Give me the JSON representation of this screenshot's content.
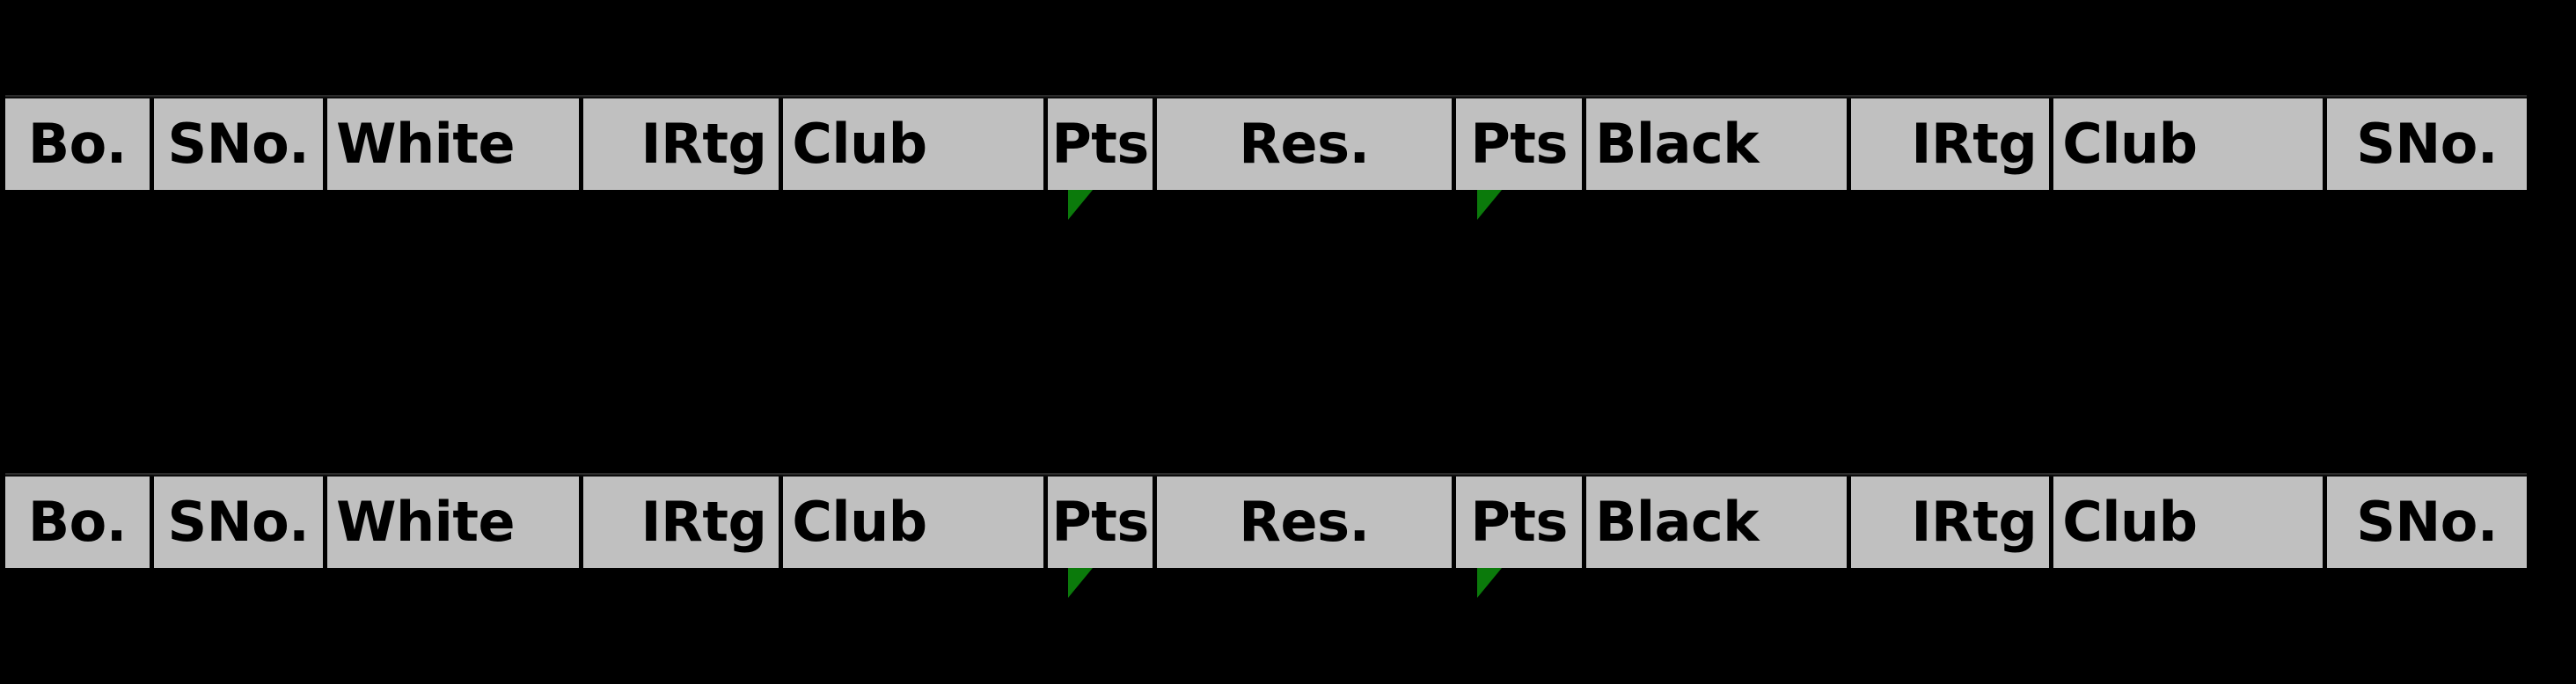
{
  "page": {
    "background_color": "#000000",
    "header_cell_bg": "#c0c0c0",
    "header_text_color": "#000000",
    "sort_arrow_color": "#0b7a0b"
  },
  "pairing_table": {
    "columns": [
      {
        "key": "bo",
        "label": "Bo.",
        "align": "center"
      },
      {
        "key": "sno_l",
        "label": "SNo.",
        "align": "center"
      },
      {
        "key": "white",
        "label": "White",
        "align": "left"
      },
      {
        "key": "irtg_l",
        "label": "IRtg",
        "align": "right"
      },
      {
        "key": "club_l",
        "label": "Club",
        "align": "left"
      },
      {
        "key": "pts_w",
        "label": "Pts",
        "align": "center"
      },
      {
        "key": "res",
        "label": "Res.",
        "align": "center"
      },
      {
        "key": "pts_b",
        "label": "Pts",
        "align": "center"
      },
      {
        "key": "black",
        "label": "Black",
        "align": "left"
      },
      {
        "key": "irtg_r",
        "label": "IRtg",
        "align": "right"
      },
      {
        "key": "club_r",
        "label": "Club",
        "align": "left"
      },
      {
        "key": "sno_r",
        "label": "SNo.",
        "align": "center"
      }
    ],
    "sort_indicators": [
      {
        "column": "pts_w",
        "icon": "sort-triangle-icon"
      },
      {
        "column": "pts_b",
        "icon": "sort-triangle-icon"
      }
    ],
    "rows": []
  },
  "blocks": [
    {
      "id": "header-block-1"
    },
    {
      "id": "header-block-2"
    }
  ]
}
